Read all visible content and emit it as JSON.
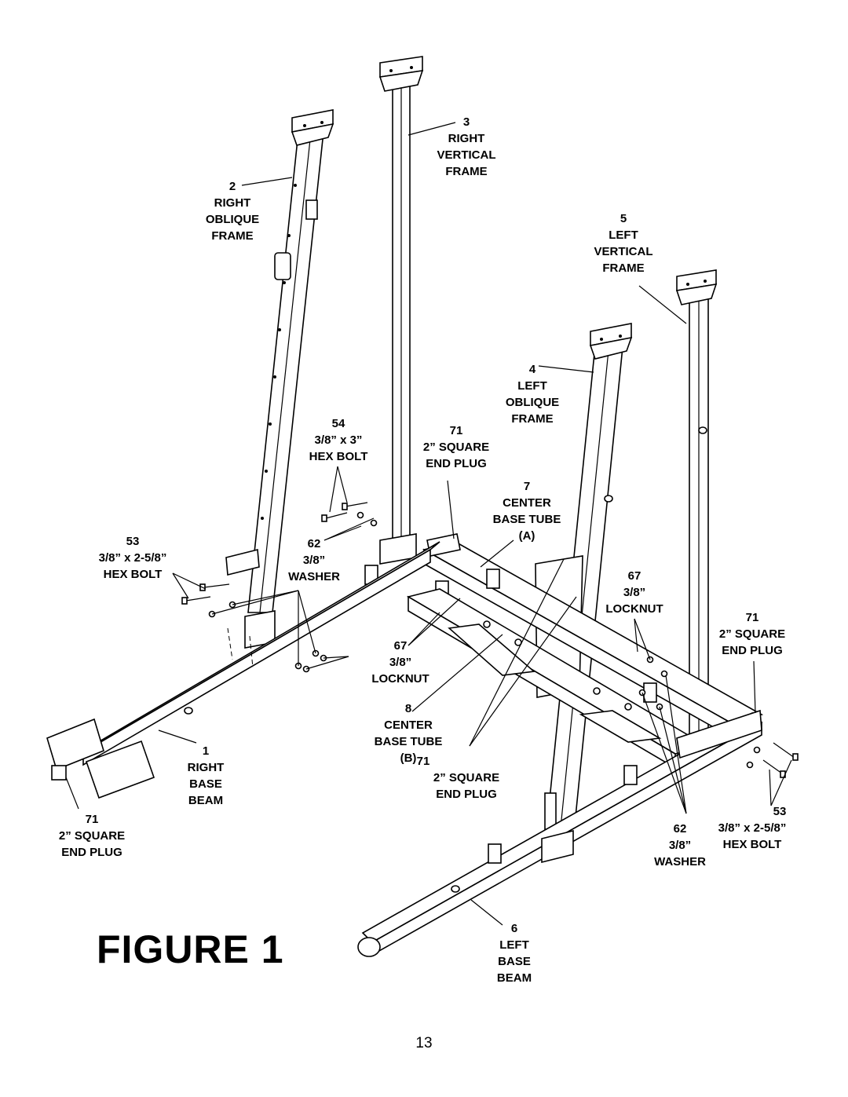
{
  "figure": {
    "title": "FIGURE 1",
    "page_number": "13"
  },
  "parts": [
    {
      "id": "p3",
      "lines": [
        "3",
        "RIGHT",
        "VERTICAL",
        "FRAME"
      ]
    },
    {
      "id": "p2",
      "lines": [
        "2",
        "RIGHT",
        "OBLIQUE",
        "FRAME"
      ]
    },
    {
      "id": "p5",
      "lines": [
        "5",
        "LEFT",
        "VERTICAL",
        "FRAME"
      ]
    },
    {
      "id": "p4",
      "lines": [
        "4",
        "LEFT",
        "OBLIQUE",
        "FRAME"
      ]
    },
    {
      "id": "p54",
      "lines": [
        "54",
        "3/8” x 3”",
        "HEX BOLT"
      ]
    },
    {
      "id": "p71a",
      "lines": [
        "71",
        "2” SQUARE",
        "END PLUG"
      ]
    },
    {
      "id": "p7",
      "lines": [
        "7",
        "CENTER",
        "BASE TUBE",
        "(A)"
      ]
    },
    {
      "id": "p53a",
      "lines": [
        "53",
        "3/8” x 2-5/8”",
        "HEX BOLT"
      ]
    },
    {
      "id": "p62a",
      "lines": [
        "62",
        "3/8”",
        "WASHER"
      ]
    },
    {
      "id": "p67a",
      "lines": [
        "67",
        "3/8”",
        "LOCKNUT"
      ]
    },
    {
      "id": "p71b",
      "lines": [
        "71",
        "2” SQUARE",
        "END PLUG"
      ]
    },
    {
      "id": "p67b",
      "lines": [
        "67",
        "3/8”",
        "LOCKNUT"
      ]
    },
    {
      "id": "p8",
      "lines": [
        "8",
        "CENTER",
        "BASE TUBE",
        "(B)"
      ]
    },
    {
      "id": "p1",
      "lines": [
        "1",
        "RIGHT",
        "BASE",
        "BEAM"
      ]
    },
    {
      "id": "p71c",
      "lines": [
        "71",
        "2” SQUARE",
        "END PLUG"
      ]
    },
    {
      "id": "p71d",
      "lines": [
        "71",
        "2” SQUARE",
        "END PLUG"
      ]
    },
    {
      "id": "p53b",
      "lines": [
        "53",
        "3/8” x 2-5/8”",
        "HEX BOLT"
      ]
    },
    {
      "id": "p62b",
      "lines": [
        "62",
        "3/8”",
        "WASHER"
      ]
    },
    {
      "id": "p6",
      "lines": [
        "6",
        "LEFT",
        "BASE",
        "BEAM"
      ]
    }
  ]
}
